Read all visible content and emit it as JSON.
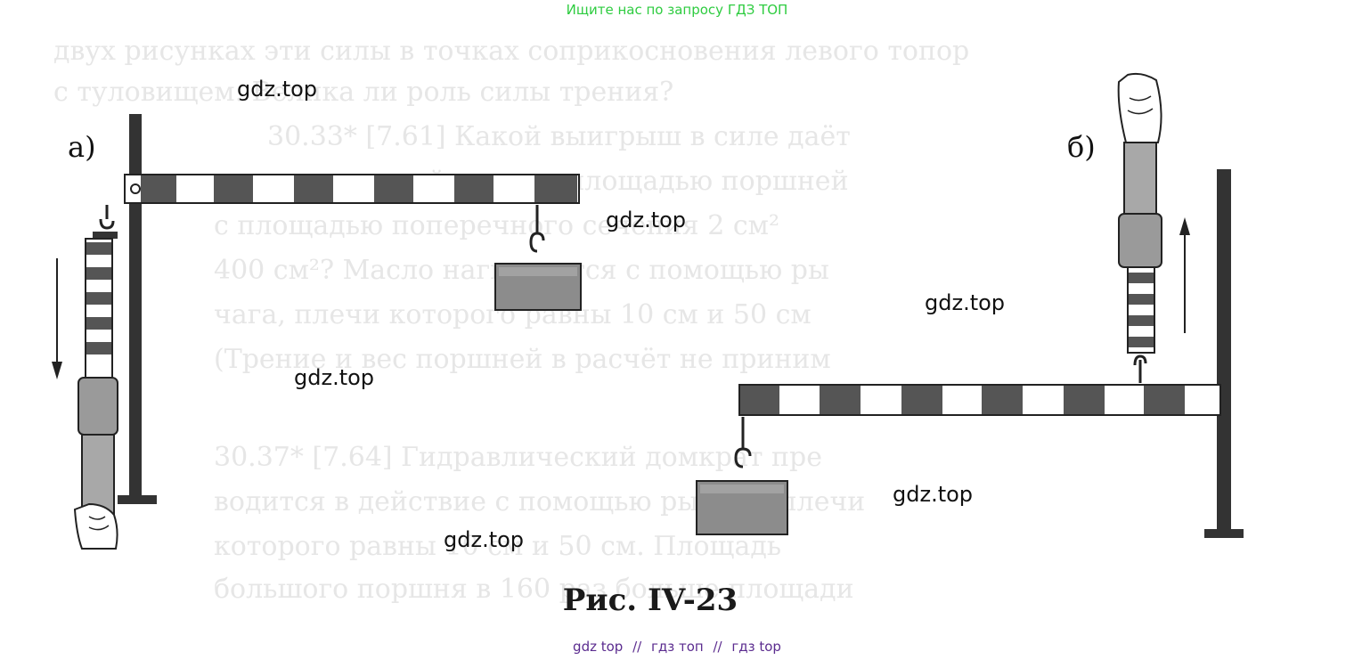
{
  "banner": {
    "text": "Ищите нас по запросу ГДЗ ТОП",
    "color": "#2ecc40"
  },
  "watermark_text": "gdz.top",
  "figure_a_label": "а)",
  "figure_b_label": "б)",
  "caption": "Рис. IV-23",
  "footer": {
    "link1": "gdz top",
    "sep": "//",
    "link2": "гдз топ",
    "link3": "гдз top",
    "color": "#5b2c8f"
  },
  "background_lines": [
    "двух рисунках эти силы в точках соприкосновения левого топор",
    "с туловищем. Велика ли роль силы трения?",
    "30.33* [7.61] Какой выигрыш в силе даёт",
    "гидравлический пресс с площадью поршней",
    "с площадью поперечного сечения 2 см²",
    "400 см²? Масло нагнетается с помощью ры",
    "чага, плечи которого равны 10 см и 50 см",
    "(Трение и вес поршней в расчёт не приним",
    "30.37* [7.64] Гидравлический домкрат пре",
    "водится в действие с помощью рычага, плечи",
    "которого равны 10 см и 50 см. Площадь",
    "большого поршня в 160 раз больше площади"
  ],
  "colors": {
    "ink": "#2a2a2a",
    "dark_segment": "#555555",
    "weight_fill": "#8c8c8c"
  }
}
